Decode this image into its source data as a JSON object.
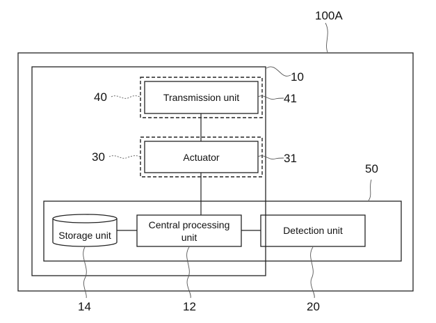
{
  "diagram": {
    "reference_numerals": {
      "device": "100A",
      "module": "10",
      "transmission_group": "40",
      "transmission_unit": "41",
      "actuator_group": "30",
      "actuator": "31",
      "control_group": "50",
      "storage_unit": "14",
      "cpu": "12",
      "detection_unit": "20"
    },
    "blocks": {
      "transmission_unit": "Transmission unit",
      "actuator": "Actuator",
      "storage_unit": "Storage unit",
      "cpu_line1": "Central processing",
      "cpu_line2": "unit",
      "detection_unit": "Detection unit"
    },
    "connections": [
      [
        "transmission_unit",
        "actuator"
      ],
      [
        "actuator",
        "cpu"
      ],
      [
        "storage_unit",
        "cpu"
      ],
      [
        "cpu",
        "detection_unit"
      ]
    ]
  }
}
